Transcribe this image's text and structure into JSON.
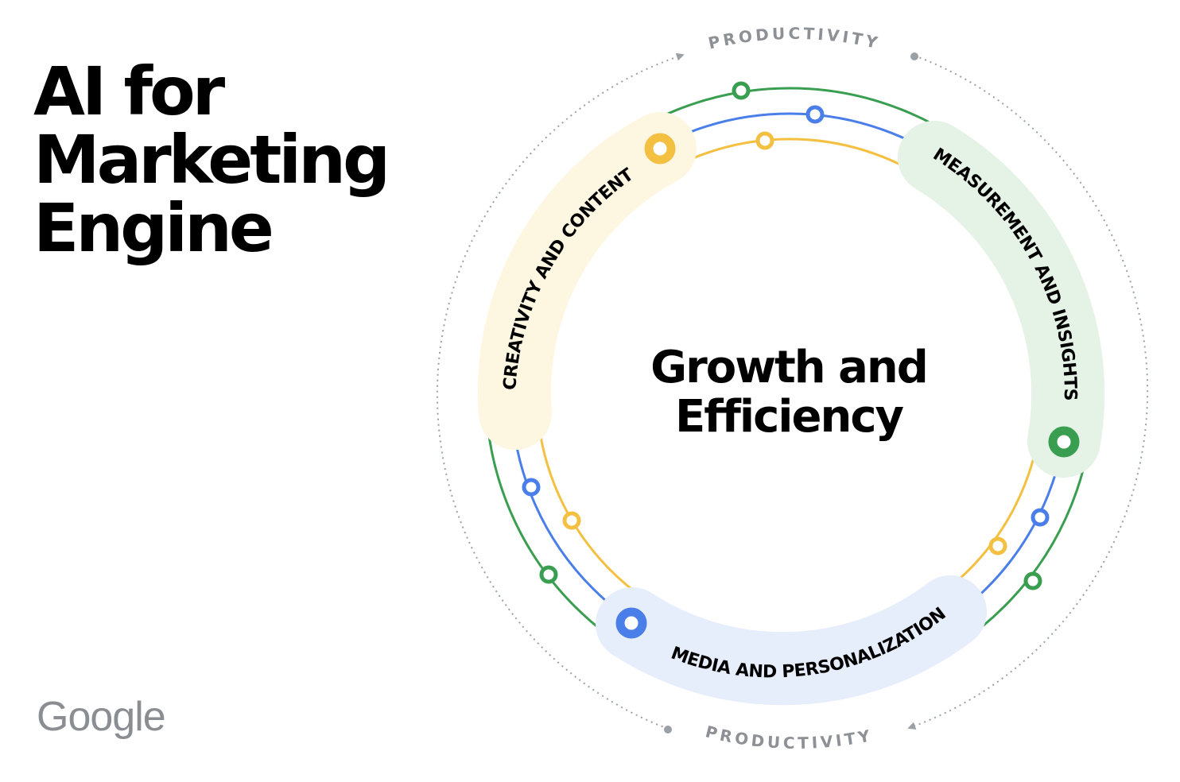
{
  "title": {
    "line1": "AI for",
    "line2": "Marketing",
    "line3": "Engine"
  },
  "brand": {
    "logo_text": "Google"
  },
  "diagram": {
    "center": {
      "line1": "Growth and",
      "line2": "Efficiency"
    },
    "segments": [
      {
        "label": "CREATIVITY AND CONTENT",
        "color": "#f4c042",
        "band_color": "#fdf6e0"
      },
      {
        "label": "MEASUREMENT AND INSIGHTS",
        "color": "#3a9e50",
        "band_color": "#e5f2e6"
      },
      {
        "label": "MEDIA AND PERSONALIZATION",
        "color": "#4a7ee8",
        "band_color": "#e6edfb"
      }
    ],
    "outer_labels": {
      "top": "PRODUCTIVITY",
      "bottom": "PRODUCTIVITY"
    },
    "colors": {
      "green": "#3a9e50",
      "blue": "#4a7ee8",
      "yellow": "#f4c042",
      "gray": "#9aa0a6"
    }
  }
}
